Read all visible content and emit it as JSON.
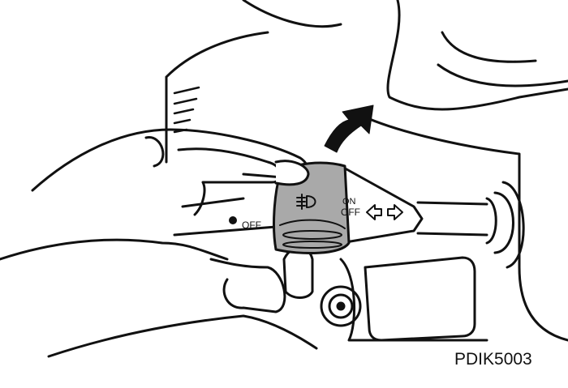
{
  "figure": {
    "code": "PDIK5003",
    "switch_labels": {
      "outer_off": "OFF",
      "on": "ON",
      "off": "OFF"
    },
    "colors": {
      "knob": "#a9a9a9",
      "line": "#111111"
    }
  }
}
